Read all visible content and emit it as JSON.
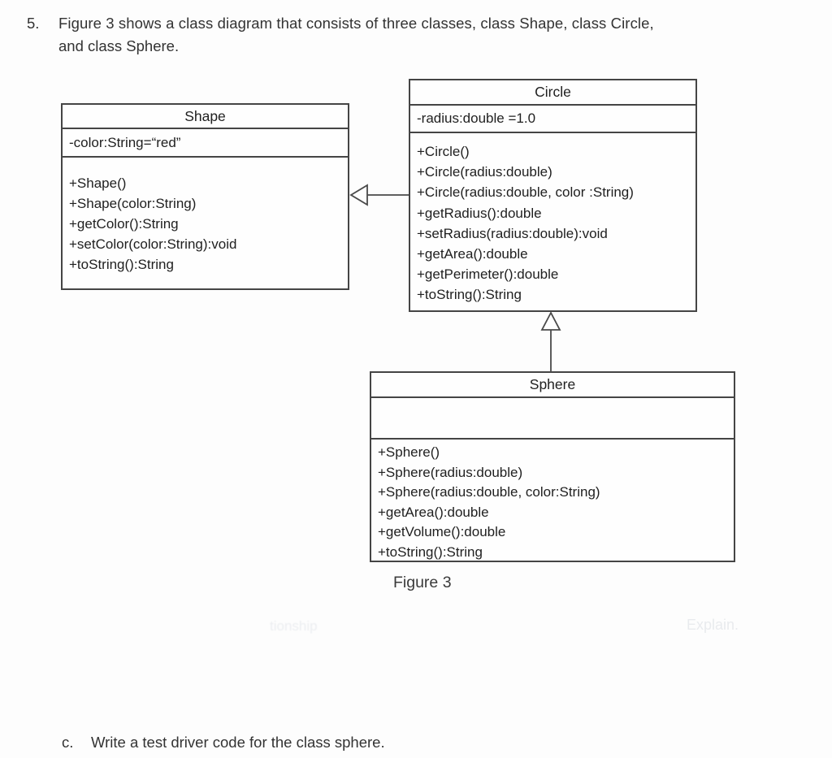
{
  "page": {
    "question_number": "5.",
    "question_line1": "Figure 3 shows a class diagram that consists of three classes, class Shape, class Circle,",
    "question_line2": "and class Sphere.",
    "figure_caption": "Figure 3",
    "ghost_line": {
      "fragment1": "tionship",
      "fragment2": "Explain."
    },
    "part_c_label": "c.",
    "part_c_text": "Write a test driver code for the class sphere."
  },
  "diagram": {
    "border_color": "#454545",
    "text_color": "#1f1f1f",
    "classes": [
      {
        "name": "Shape",
        "attributes_text": "-color:String=“red”",
        "methods": [
          "+Shape()",
          "+Shape(color:String)",
          "+getColor():String",
          "+setColor(color:String):void",
          "+toString():String"
        ]
      },
      {
        "name": "Circle",
        "attributes_text": "-radius:double =1.0",
        "methods": [
          "+Circle()",
          "+Circle(radius:double)",
          "+Circle(radius:double, color :String)",
          "+getRadius():double",
          "+setRadius(radius:double):void",
          "+getArea():double",
          "+getPerimeter():double",
          "+toString():String"
        ]
      },
      {
        "name": "Sphere",
        "attributes_text": "",
        "methods": [
          "+Sphere()",
          "+Sphere(radius:double)",
          "+Sphere(radius:double, color:String)",
          "+getArea():double",
          "+getVolume():double",
          "+toString():String"
        ]
      }
    ],
    "relationships": [
      {
        "from": "Circle",
        "to": "Shape",
        "type": "generalization"
      },
      {
        "from": "Sphere",
        "to": "Circle",
        "type": "generalization"
      }
    ]
  }
}
